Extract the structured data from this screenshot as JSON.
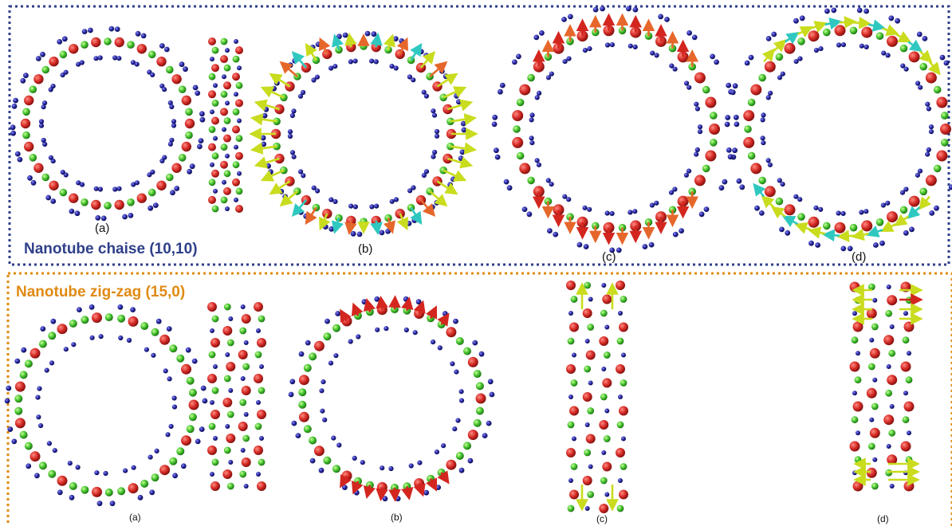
{
  "sections": [
    {
      "title": "Nanotube chaise (10,10)",
      "title_color": "#2f3f8a",
      "border_color": "#2f3f8a",
      "panel_labels": [
        "(a)",
        "(b)",
        "(c)",
        "(d)"
      ]
    },
    {
      "title": "Nanotube zig-zag (15,0)",
      "title_color": "#e08a12",
      "border_color": "#e08a12",
      "panel_labels": [
        "(a)",
        "(b)",
        "(c)",
        "(d)"
      ]
    }
  ],
  "atom_colors": {
    "large": "#d42a25",
    "medium": "#3fbf2a",
    "small": "#23239a"
  },
  "arrow_colors": {
    "yellow": "#c9dc1e",
    "orange": "#e6672b",
    "red": "#d3261f",
    "cyan": "#2fc8c0"
  }
}
